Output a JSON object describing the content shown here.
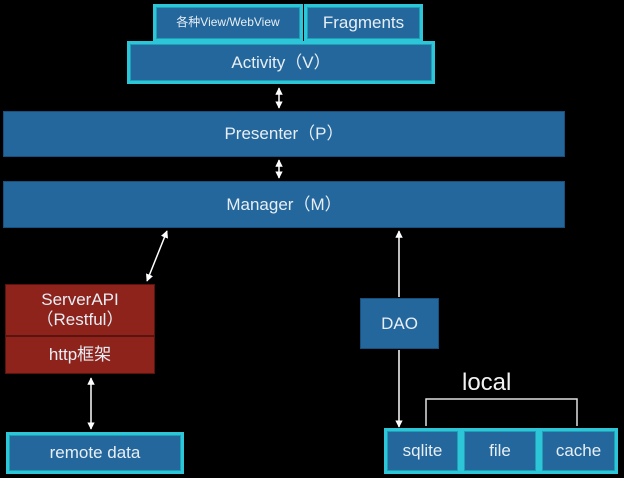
{
  "view_layer": {
    "views": "各种View/WebView",
    "fragments": "Fragments",
    "activity": "Activity（V）"
  },
  "presenter": "Presenter（P）",
  "manager": "Manager（M）",
  "network": {
    "server_api_line1": "ServerAPI",
    "server_api_line2": "（Restful）",
    "http": "http框架",
    "remote": "remote data"
  },
  "local_side": {
    "dao": "DAO",
    "group_label": "local",
    "stores": [
      "sqlite",
      "file",
      "cache"
    ]
  },
  "colors": {
    "layer_blue": "#23679c",
    "outline_cyan": "#2cc6d8",
    "network_red": "#8e231c",
    "arrow": "#ffffff"
  }
}
